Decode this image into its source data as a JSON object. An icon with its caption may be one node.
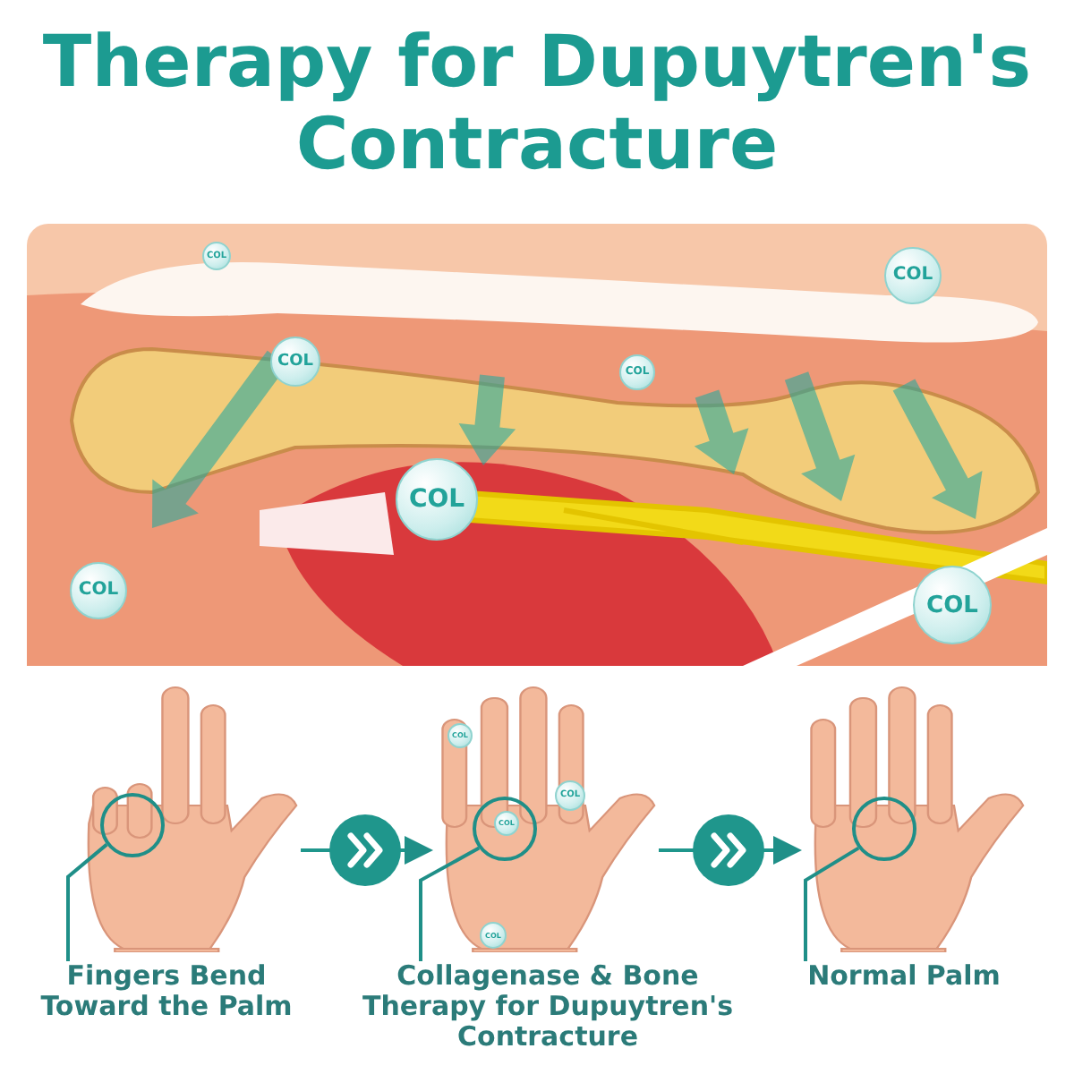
{
  "diagram": {
    "title": "Therapy for Dupuytren's Contracture",
    "nodes": [
      {
        "text": [],
        "shape": "picture"
      },
      {
        "text": [
          "COL"
        ],
        "in": 0
      },
      {
        "text": [
          "COL"
        ],
        "in": 0
      },
      {
        "text": [
          "COL"
        ],
        "in": 0
      },
      {
        "text": [
          "COL"
        ],
        "in": 0
      },
      {
        "text": [
          "COL"
        ],
        "in": 0
      },
      {
        "text": [
          "COL"
        ],
        "in": 0
      },
      {
        "text": [
          "COL"
        ],
        "in": 0
      },
      {
        "text": [],
        "shape": "picture"
      },
      {
        "text": [],
        "shape": "circle",
        "in": 8
      },
      {
        "text": [],
        "shape": "picture"
      },
      {
        "text": [
          "COL"
        ]
      },
      {
        "text": [],
        "shape": "circle",
        "in": 10
      },
      {
        "text": [
          "COL"
        ],
        "in": 12
      },
      {
        "text": [
          "COL"
        ],
        "in": 10
      },
      {
        "text": [
          "COL"
        ],
        "in": 10
      },
      {
        "text": [],
        "shape": "picture"
      },
      {
        "text": [],
        "shape": "circle",
        "in": 16
      },
      {
        "text": [
          "Fingers Bend Toward the Palm"
        ]
      },
      {
        "text": [
          "Collagenase & Bone Therapy for Dupuytren's Contracture"
        ]
      },
      {
        "text": [
          "Normal Palm"
        ]
      }
    ],
    "edges": [
      {
        "from": 8,
        "to": 10,
        "arrow": "to"
      },
      {
        "from": 10,
        "to": 16,
        "arrow": "to"
      },
      {
        "from": 18,
        "to": 9,
        "arrow": "none"
      },
      {
        "from": 19,
        "to": 12,
        "arrow": "none"
      },
      {
        "from": 20,
        "to": 17,
        "arrow": "none"
      }
    ]
  }
}
